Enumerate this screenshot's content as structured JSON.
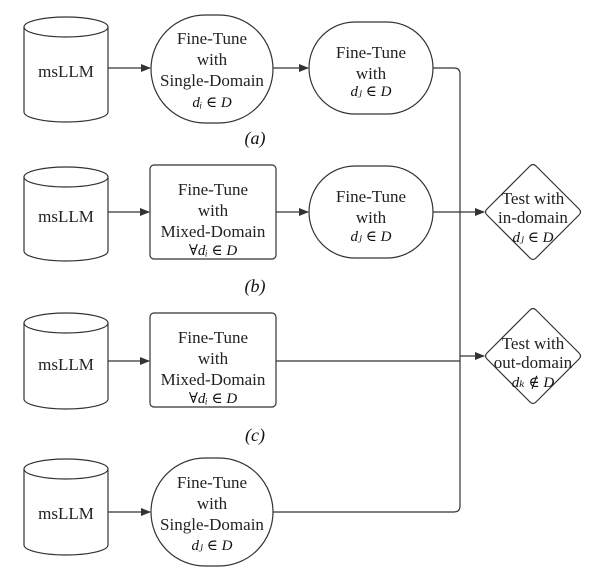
{
  "rows": [
    {
      "source": "msLLM",
      "step1": {
        "lines": [
          "Fine-Tune",
          "with",
          "Single-Domain"
        ],
        "math": "dᵢ ∈ D"
      },
      "step2": {
        "lines": [
          "Fine-Tune",
          "with"
        ],
        "math": "dⱼ ∈ D"
      },
      "caption": "(a)"
    },
    {
      "source": "msLLM",
      "step1": {
        "lines": [
          "Fine-Tune",
          "with",
          "Mixed-Domain"
        ],
        "math": "∀dᵢ ∈ D"
      },
      "step2": {
        "lines": [
          "Fine-Tune",
          "with"
        ],
        "math": "dⱼ ∈ D"
      },
      "caption": "(b)"
    },
    {
      "source": "msLLM",
      "step1": {
        "lines": [
          "Fine-Tune",
          "with",
          "Mixed-Domain"
        ],
        "math": "∀dᵢ ∈ D"
      },
      "caption": "(c)"
    },
    {
      "source": "msLLM",
      "step1": {
        "lines": [
          "Fine-Tune",
          "with",
          "Single-Domain"
        ],
        "math": "dⱼ ∈ D"
      }
    }
  ],
  "tests": [
    {
      "lines": [
        "Test with",
        "in-domain"
      ],
      "math": "dⱼ ∈ D",
      "color": "#e0218a"
    },
    {
      "lines": [
        "Test with",
        "out-domain"
      ],
      "math": "dₖ ∉ D",
      "color": "#1a6fd6"
    }
  ]
}
